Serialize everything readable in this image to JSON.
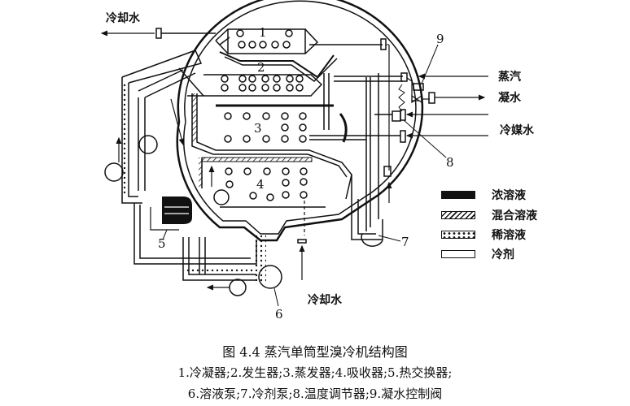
{
  "figure": {
    "caption_title": "图 4.4   蒸汽单筒型溴冷机结构图",
    "caption_line1": "1.冷凝器;2.发生器;3.蒸发器;4.吸收器;5.热交换器;",
    "caption_line2": "6.溶液泵;7.冷剂泵;8.温度调节器;9.凝水控制阀"
  },
  "labels": {
    "cooling_water_out": "冷却水",
    "cooling_water_in": "冷却水",
    "steam": "蒸汽",
    "condensate": "凝水",
    "chilled_water": "冷媒水"
  },
  "component_numbers": {
    "condenser": "1",
    "generator": "2",
    "evaporator": "3",
    "absorber": "4",
    "heat_exchanger": "5",
    "solution_pump": "6",
    "refrigerant_pump": "7",
    "temperature_regulator": "8",
    "condensate_valve": "9"
  },
  "legend": [
    {
      "key": "concentrated",
      "label": "浓溶液"
    },
    {
      "key": "mixed",
      "label": "混合溶液"
    },
    {
      "key": "dilute",
      "label": "稀溶液"
    },
    {
      "key": "refrigerant",
      "label": "冷剂"
    }
  ]
}
